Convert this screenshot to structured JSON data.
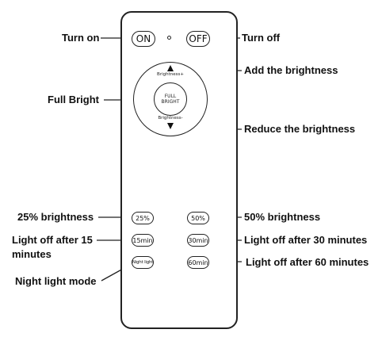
{
  "remote": {
    "on_button": "ON",
    "off_button": "OFF",
    "brightness_up_label": "Brightness+",
    "brightness_down_label": "Brightness-",
    "full_bright_button": [
      "FULL",
      "BRIGHT"
    ],
    "btn_25": "25%",
    "btn_50": "50%",
    "btn_15min": "15min",
    "btn_30min": "30min",
    "btn_night": "Night light",
    "btn_60min": "60min"
  },
  "callouts": {
    "turn_on": "Turn on",
    "turn_off": "Turn off",
    "add_brightness": "Add the brightness",
    "full_bright": "Full Bright",
    "reduce_brightness": "Reduce the brightness",
    "brightness_25": "25% brightness",
    "brightness_50": "50% brightness",
    "light_off_15": [
      "Light off after 15",
      "minutes"
    ],
    "light_off_30": "Light off after 30 minutes",
    "night_light_mode": "Night light mode",
    "light_off_60": "Light off after 60 minutes"
  }
}
